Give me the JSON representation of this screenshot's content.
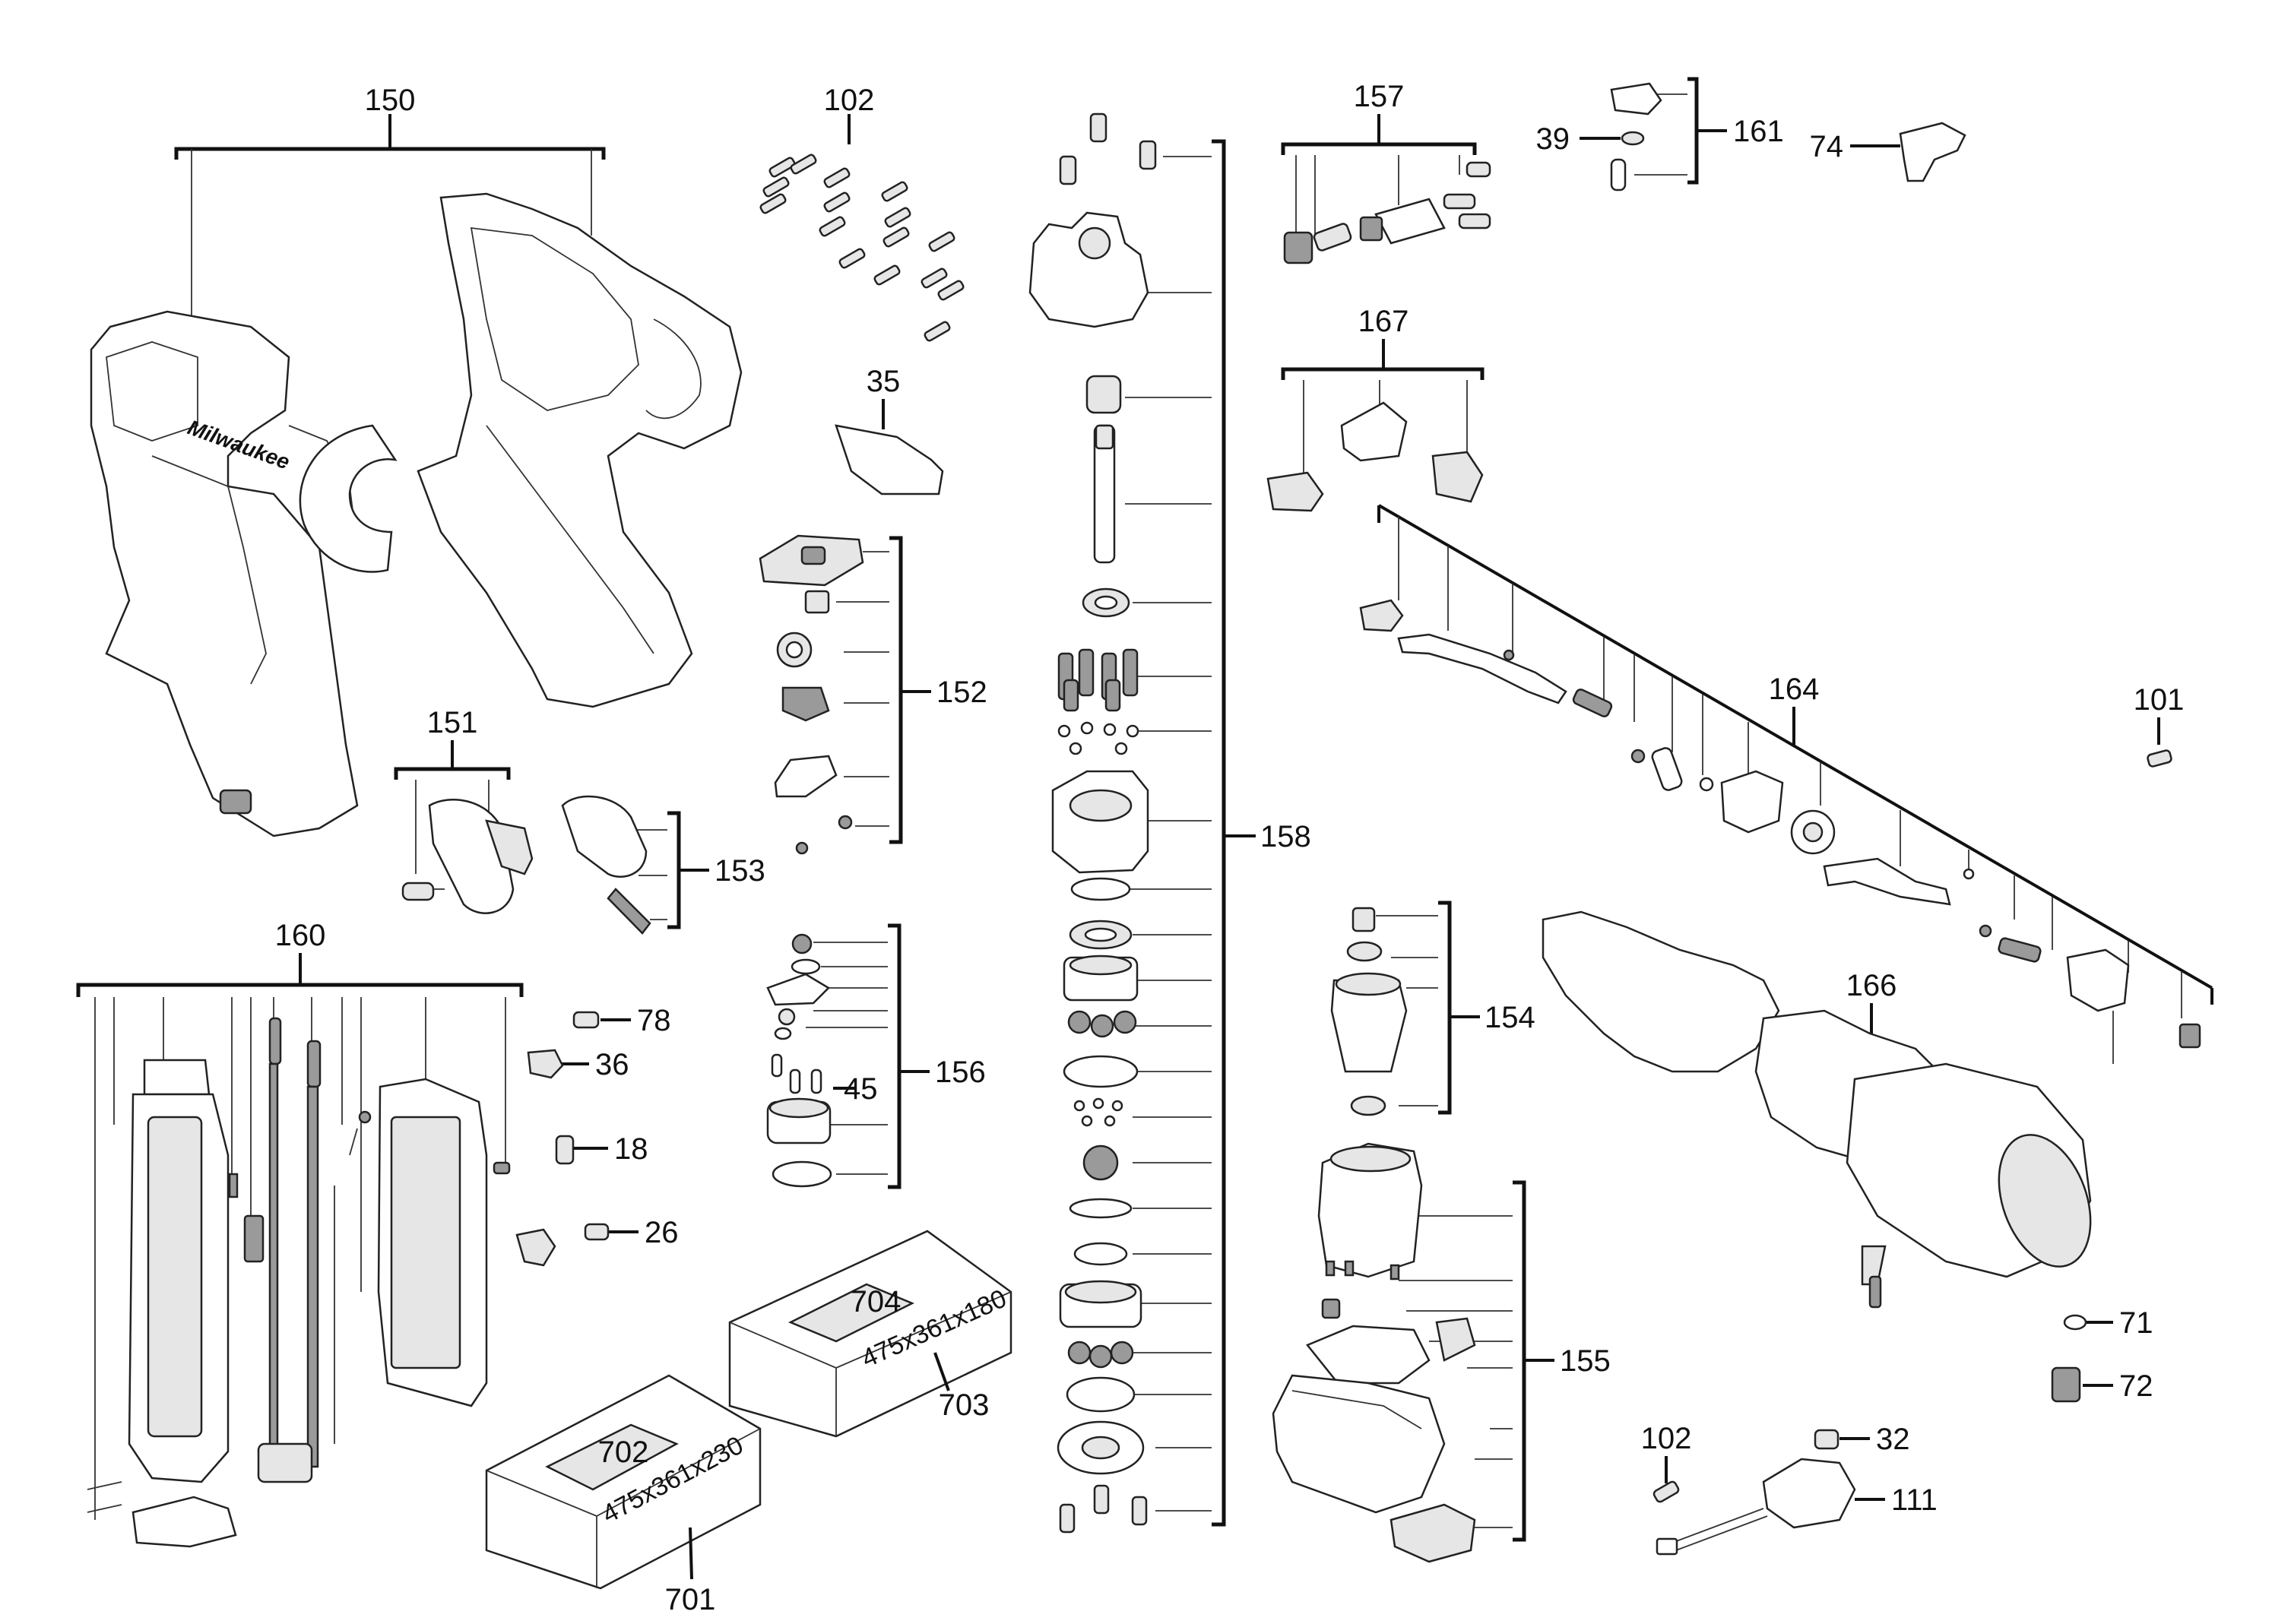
{
  "diagram": {
    "callouts": [
      {
        "id": "150",
        "text": "150"
      },
      {
        "id": "102a",
        "text": "102"
      },
      {
        "id": "35",
        "text": "35"
      },
      {
        "id": "157",
        "text": "157"
      },
      {
        "id": "39",
        "text": "39"
      },
      {
        "id": "161",
        "text": "161"
      },
      {
        "id": "74",
        "text": "74"
      },
      {
        "id": "167",
        "text": "167"
      },
      {
        "id": "152",
        "text": "152"
      },
      {
        "id": "164",
        "text": "164"
      },
      {
        "id": "101",
        "text": "101"
      },
      {
        "id": "151",
        "text": "151"
      },
      {
        "id": "153",
        "text": "153"
      },
      {
        "id": "158",
        "text": "158"
      },
      {
        "id": "160",
        "text": "160"
      },
      {
        "id": "78",
        "text": "78"
      },
      {
        "id": "36",
        "text": "36"
      },
      {
        "id": "18",
        "text": "18"
      },
      {
        "id": "26",
        "text": "26"
      },
      {
        "id": "156",
        "text": "156"
      },
      {
        "id": "45",
        "text": "45"
      },
      {
        "id": "154",
        "text": "154"
      },
      {
        "id": "166",
        "text": "166"
      },
      {
        "id": "155",
        "text": "155"
      },
      {
        "id": "704",
        "text": "704"
      },
      {
        "id": "703",
        "text": "703"
      },
      {
        "id": "702",
        "text": "702"
      },
      {
        "id": "701",
        "text": "701"
      },
      {
        "id": "71",
        "text": "71"
      },
      {
        "id": "72",
        "text": "72"
      },
      {
        "id": "102b",
        "text": "102"
      },
      {
        "id": "32",
        "text": "32"
      },
      {
        "id": "111",
        "text": "111"
      }
    ],
    "box_labels": {
      "box_704": "475x361x180",
      "box_702": "475x361x230"
    },
    "brand": "Milwaukee"
  }
}
